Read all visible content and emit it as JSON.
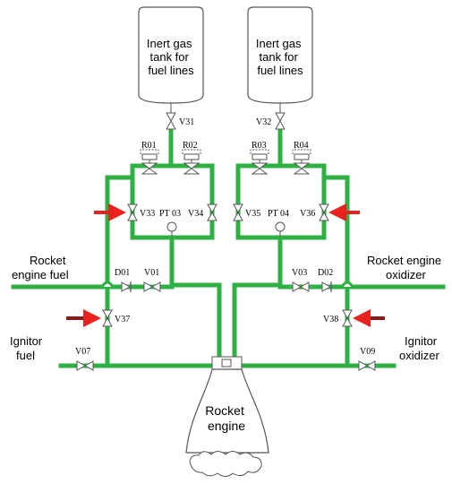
{
  "tanks": [
    {
      "lines": [
        "Inert gas",
        "tank for",
        "fuel lines"
      ]
    },
    {
      "lines": [
        "Inert gas",
        "tank for",
        "fuel lines"
      ]
    }
  ],
  "valves": {
    "v31": "V31",
    "v32": "V32",
    "v33": "V33",
    "v34": "V34",
    "v35": "V35",
    "v36": "V36",
    "v37": "V37",
    "v38": "V38",
    "v01": "V01",
    "v03": "V03",
    "v07": "V07",
    "v09": "V09"
  },
  "regulators": {
    "r01": "R01",
    "r02": "R02",
    "r03": "R03",
    "r04": "R04"
  },
  "sensors": {
    "pt03": "PT 03",
    "pt04": "PT 04"
  },
  "check_valves": {
    "d01": "D01",
    "d02": "D02"
  },
  "labels": {
    "rocket_fuel": [
      "Rocket",
      "engine fuel"
    ],
    "rocket_oxidizer": [
      "Rocket engine",
      "oxidizer"
    ],
    "ignitor_fuel": [
      "Ignitor",
      "fuel"
    ],
    "ignitor_oxidizer": [
      "Ignitor",
      "oxidizer"
    ],
    "engine": [
      "Rocket",
      "engine"
    ]
  },
  "colors": {
    "pipe": "#2eb045",
    "arrow": "#e8231f",
    "line": "#555555"
  }
}
